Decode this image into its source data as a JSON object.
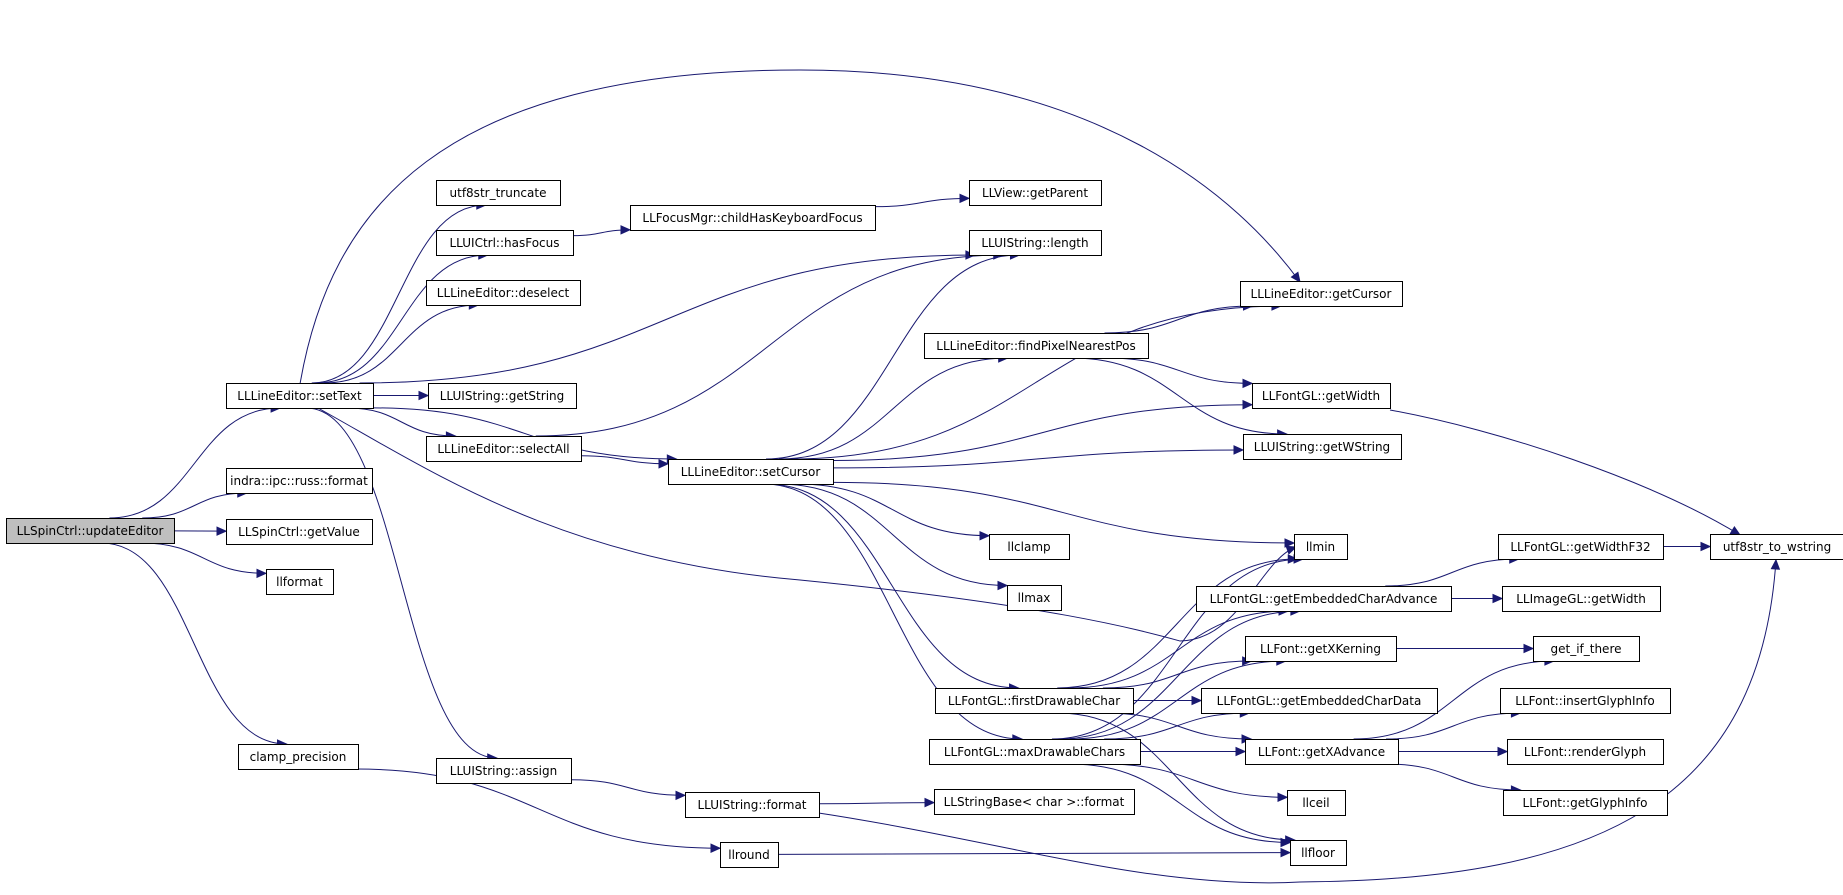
{
  "diagram": {
    "nodes": [
      {
        "id": "updateEditor",
        "label": "LLSpinCtrl::updateEditor",
        "root": true
      },
      {
        "id": "setText",
        "label": "LLLineEditor::setText"
      },
      {
        "id": "russFormat",
        "label": "indra::ipc::russ::format"
      },
      {
        "id": "getValue",
        "label": "LLSpinCtrl::getValue"
      },
      {
        "id": "llformat",
        "label": "llformat"
      },
      {
        "id": "clampPrecision",
        "label": "clamp_precision"
      },
      {
        "id": "utf8strTruncate",
        "label": "utf8str_truncate"
      },
      {
        "id": "hasFocus",
        "label": "LLUICtrl::hasFocus"
      },
      {
        "id": "deselect",
        "label": "LLLineEditor::deselect"
      },
      {
        "id": "getString",
        "label": "LLUIString::getString"
      },
      {
        "id": "selectAll",
        "label": "LLLineEditor::selectAll"
      },
      {
        "id": "assign",
        "label": "LLUIString::assign"
      },
      {
        "id": "childHasKeyboardFocus",
        "label": "LLFocusMgr::childHasKeyboardFocus"
      },
      {
        "id": "setCursor",
        "label": "LLLineEditor::setCursor"
      },
      {
        "id": "uiFormat",
        "label": "LLUIString::format"
      },
      {
        "id": "llround",
        "label": "llround"
      },
      {
        "id": "getParent",
        "label": "LLView::getParent"
      },
      {
        "id": "length",
        "label": "LLUIString::length"
      },
      {
        "id": "findPixelNearestPos",
        "label": "LLLineEditor::findPixelNearestPos"
      },
      {
        "id": "llclamp",
        "label": "llclamp"
      },
      {
        "id": "llmax",
        "label": "llmax"
      },
      {
        "id": "firstDrawableChar",
        "label": "LLFontGL::firstDrawableChar"
      },
      {
        "id": "maxDrawableChars",
        "label": "LLFontGL::maxDrawableChars"
      },
      {
        "id": "stringBaseFormat",
        "label": "LLStringBase< char >::format"
      },
      {
        "id": "getCursor",
        "label": "LLLineEditor::getCursor"
      },
      {
        "id": "fontGetWidth",
        "label": "LLFontGL::getWidth"
      },
      {
        "id": "getWString",
        "label": "LLUIString::getWString"
      },
      {
        "id": "llmin",
        "label": "llmin"
      },
      {
        "id": "getEmbeddedCharAdvance",
        "label": "LLFontGL::getEmbeddedCharAdvance"
      },
      {
        "id": "getXKerning",
        "label": "LLFont::getXKerning"
      },
      {
        "id": "getEmbeddedCharData",
        "label": "LLFontGL::getEmbeddedCharData"
      },
      {
        "id": "getXAdvance",
        "label": "LLFont::getXAdvance"
      },
      {
        "id": "llceil",
        "label": "llceil"
      },
      {
        "id": "llfloor",
        "label": "llfloor"
      },
      {
        "id": "getWidthF32",
        "label": "LLFontGL::getWidthF32"
      },
      {
        "id": "imageGetWidth",
        "label": "LLImageGL::getWidth"
      },
      {
        "id": "getIfThere",
        "label": "get_if_there"
      },
      {
        "id": "insertGlyphInfo",
        "label": "LLFont::insertGlyphInfo"
      },
      {
        "id": "renderGlyph",
        "label": "LLFont::renderGlyph"
      },
      {
        "id": "getGlyphInfo",
        "label": "LLFont::getGlyphInfo"
      },
      {
        "id": "utf8strToWstring",
        "label": "utf8str_to_wstring"
      }
    ],
    "edges": [
      [
        "updateEditor",
        "setText"
      ],
      [
        "updateEditor",
        "russFormat"
      ],
      [
        "updateEditor",
        "getValue"
      ],
      [
        "updateEditor",
        "llformat"
      ],
      [
        "updateEditor",
        "clampPrecision"
      ],
      [
        "setText",
        "utf8strTruncate"
      ],
      [
        "setText",
        "hasFocus"
      ],
      [
        "setText",
        "deselect"
      ],
      [
        "setText",
        "getString"
      ],
      [
        "setText",
        "selectAll"
      ],
      [
        "setText",
        "setCursor"
      ],
      [
        "setText",
        "assign"
      ],
      [
        "setText",
        "length"
      ],
      [
        "setText",
        "getCursor"
      ],
      [
        "setText",
        "llmin"
      ],
      [
        "hasFocus",
        "childHasKeyboardFocus"
      ],
      [
        "childHasKeyboardFocus",
        "getParent"
      ],
      [
        "selectAll",
        "setCursor"
      ],
      [
        "selectAll",
        "length"
      ],
      [
        "setCursor",
        "length"
      ],
      [
        "setCursor",
        "getCursor"
      ],
      [
        "setCursor",
        "findPixelNearestPos"
      ],
      [
        "setCursor",
        "fontGetWidth"
      ],
      [
        "setCursor",
        "getWString"
      ],
      [
        "setCursor",
        "llmin"
      ],
      [
        "setCursor",
        "llclamp"
      ],
      [
        "setCursor",
        "llmax"
      ],
      [
        "setCursor",
        "firstDrawableChar"
      ],
      [
        "setCursor",
        "maxDrawableChars"
      ],
      [
        "findPixelNearestPos",
        "getCursor"
      ],
      [
        "findPixelNearestPos",
        "fontGetWidth"
      ],
      [
        "findPixelNearestPos",
        "getWString"
      ],
      [
        "assign",
        "uiFormat"
      ],
      [
        "uiFormat",
        "stringBaseFormat"
      ],
      [
        "uiFormat",
        "utf8strToWstring"
      ],
      [
        "clampPrecision",
        "llround"
      ],
      [
        "llround",
        "llfloor"
      ],
      [
        "fontGetWidth",
        "utf8strToWstring"
      ],
      [
        "firstDrawableChar",
        "llmin"
      ],
      [
        "firstDrawableChar",
        "getEmbeddedCharAdvance"
      ],
      [
        "firstDrawableChar",
        "getXKerning"
      ],
      [
        "firstDrawableChar",
        "getEmbeddedCharData"
      ],
      [
        "firstDrawableChar",
        "getXAdvance"
      ],
      [
        "firstDrawableChar",
        "llfloor"
      ],
      [
        "maxDrawableChars",
        "llmin"
      ],
      [
        "maxDrawableChars",
        "getEmbeddedCharAdvance"
      ],
      [
        "maxDrawableChars",
        "getXKerning"
      ],
      [
        "maxDrawableChars",
        "getEmbeddedCharData"
      ],
      [
        "maxDrawableChars",
        "getXAdvance"
      ],
      [
        "maxDrawableChars",
        "llceil"
      ],
      [
        "maxDrawableChars",
        "llfloor"
      ],
      [
        "getEmbeddedCharAdvance",
        "getWidthF32"
      ],
      [
        "getEmbeddedCharAdvance",
        "imageGetWidth"
      ],
      [
        "getWidthF32",
        "utf8strToWstring"
      ],
      [
        "getXKerning",
        "getIfThere"
      ],
      [
        "getXAdvance",
        "getIfThere"
      ],
      [
        "getXAdvance",
        "insertGlyphInfo"
      ],
      [
        "getXAdvance",
        "renderGlyph"
      ],
      [
        "getXAdvance",
        "getGlyphInfo"
      ]
    ],
    "colors": {
      "edge": "#191970",
      "root_fill": "#bfbfbf",
      "node_fill": "#ffffff",
      "node_border": "#000000"
    }
  }
}
